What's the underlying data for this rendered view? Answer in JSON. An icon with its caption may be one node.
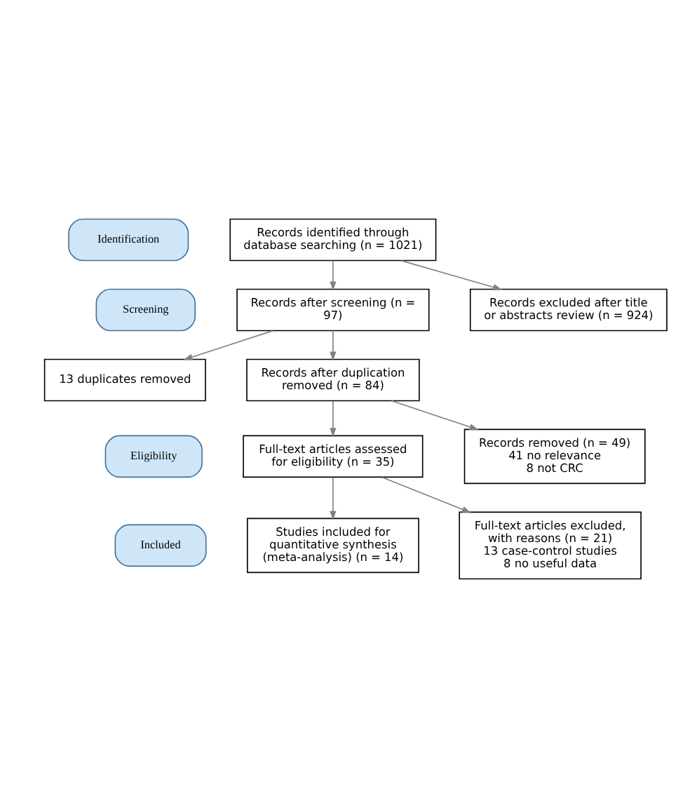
{
  "diagram": {
    "nodes": [
      {
        "text": [
          "Identification"
        ]
      },
      {
        "text": [
          "Screening"
        ]
      },
      {
        "text": [
          "Eligibility"
        ]
      },
      {
        "text": [
          "Included"
        ]
      },
      {
        "text": [
          "Records identified through database searching (n = 1021)"
        ]
      },
      {
        "text": [
          "Records excluded after title or abstracts review (n = 924)"
        ]
      },
      {
        "text": [
          "Records after screening (n = 97)"
        ]
      },
      {
        "text": [
          "13 duplicates removed"
        ]
      },
      {
        "text": [
          "Records after duplication removed (n = 84)"
        ]
      },
      {
        "text": [
          "Records removed (n = 49)",
          "41 no relevance",
          "8 not CRC"
        ]
      },
      {
        "text": [
          "Full-text articles assessed for eligibility (n = 35)"
        ]
      },
      {
        "text": [
          "Full-text articles excluded, with reasons (n = 21)",
          "13 case-control studies",
          "8 no useful data"
        ]
      },
      {
        "text": [
          "Studies included for quantitative synthesis (meta-analysis) (n = 14)"
        ]
      }
    ],
    "edges": [
      {
        "from": 4,
        "to": 6,
        "arrow": "to"
      },
      {
        "from": 4,
        "to": 5,
        "arrow": "to"
      },
      {
        "from": 6,
        "to": 8,
        "arrow": "to"
      },
      {
        "from": 6,
        "to": 7,
        "arrow": "to"
      },
      {
        "from": 8,
        "to": 10,
        "arrow": "to"
      },
      {
        "from": 8,
        "to": 9,
        "arrow": "to"
      },
      {
        "from": 10,
        "to": 12,
        "arrow": "to"
      },
      {
        "from": 10,
        "to": 11,
        "arrow": "to"
      }
    ]
  }
}
